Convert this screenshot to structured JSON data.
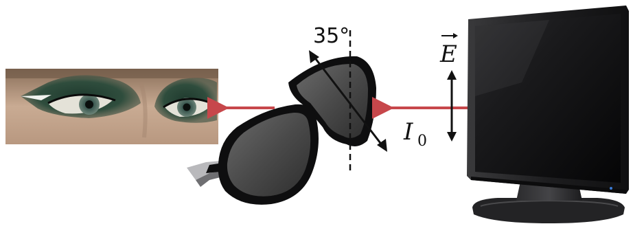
{
  "labels": {
    "angle": "35°",
    "field_symbol": "E",
    "intensity_symbol": "I",
    "intensity_subscript": "0"
  },
  "colors": {
    "light_beam": "#c7474b",
    "monitor_body": "#1b1b1d",
    "lens": "#4a4a4a",
    "ink": "#111111"
  },
  "icons": {
    "eyes": "eyes-photo-icon",
    "sunglasses": "polarized-sunglasses-icon",
    "monitor": "lcd-monitor-icon"
  }
}
